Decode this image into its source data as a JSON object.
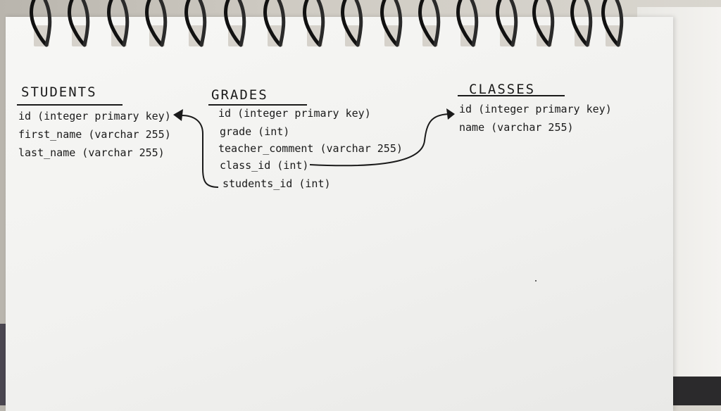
{
  "tables": [
    {
      "name": "STUDENTS",
      "fields": [
        "id (integer primary key)",
        "first_name (varchar 255)",
        "last_name (varchar 255)"
      ]
    },
    {
      "name": "GRADES",
      "fields": [
        "id (integer primary key)",
        "grade (int)",
        "teacher_comment (varchar 255)",
        "class_id (int)",
        "students_id (int)"
      ]
    },
    {
      "name": "CLASSES",
      "fields": [
        "id (integer primary key)",
        "name (varchar 255)"
      ]
    }
  ],
  "relations": [
    {
      "from": "GRADES.class_id",
      "to": "CLASSES.id"
    },
    {
      "from": "GRADES.students_id",
      "to": "STUDENTS.id"
    }
  ],
  "ink_color": "#1a1a1a"
}
